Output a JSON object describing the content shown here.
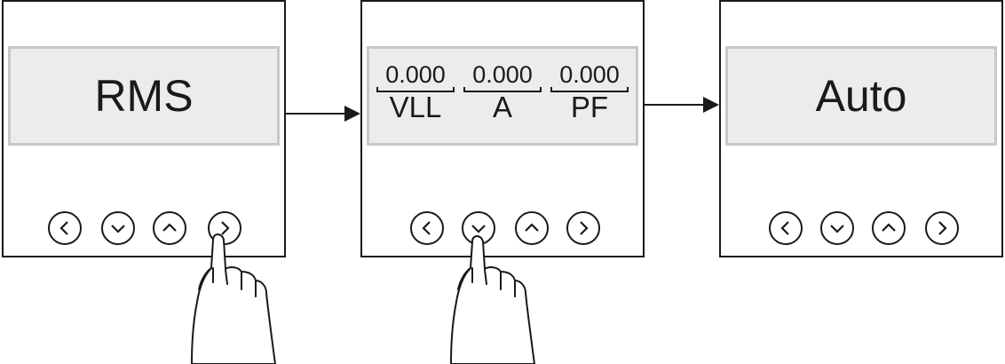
{
  "panels": [
    {
      "screen_text": "RMS"
    },
    {
      "readings": [
        {
          "value": "0.000",
          "unit": "VLL"
        },
        {
          "value": "0.000",
          "unit": "A"
        },
        {
          "value": "0.000",
          "unit": "PF"
        }
      ]
    },
    {
      "screen_text": "Auto"
    }
  ],
  "buttons": [
    "left-arrow-icon",
    "down-arrow-icon",
    "up-arrow-icon",
    "right-arrow-icon"
  ],
  "pressed": [
    {
      "panel": 1,
      "button": "right"
    },
    {
      "panel": 2,
      "button": "down"
    }
  ],
  "colors": {
    "line": "#1a1a1a",
    "screen_bg": "#ececec",
    "screen_border": "#c8c8c8"
  }
}
